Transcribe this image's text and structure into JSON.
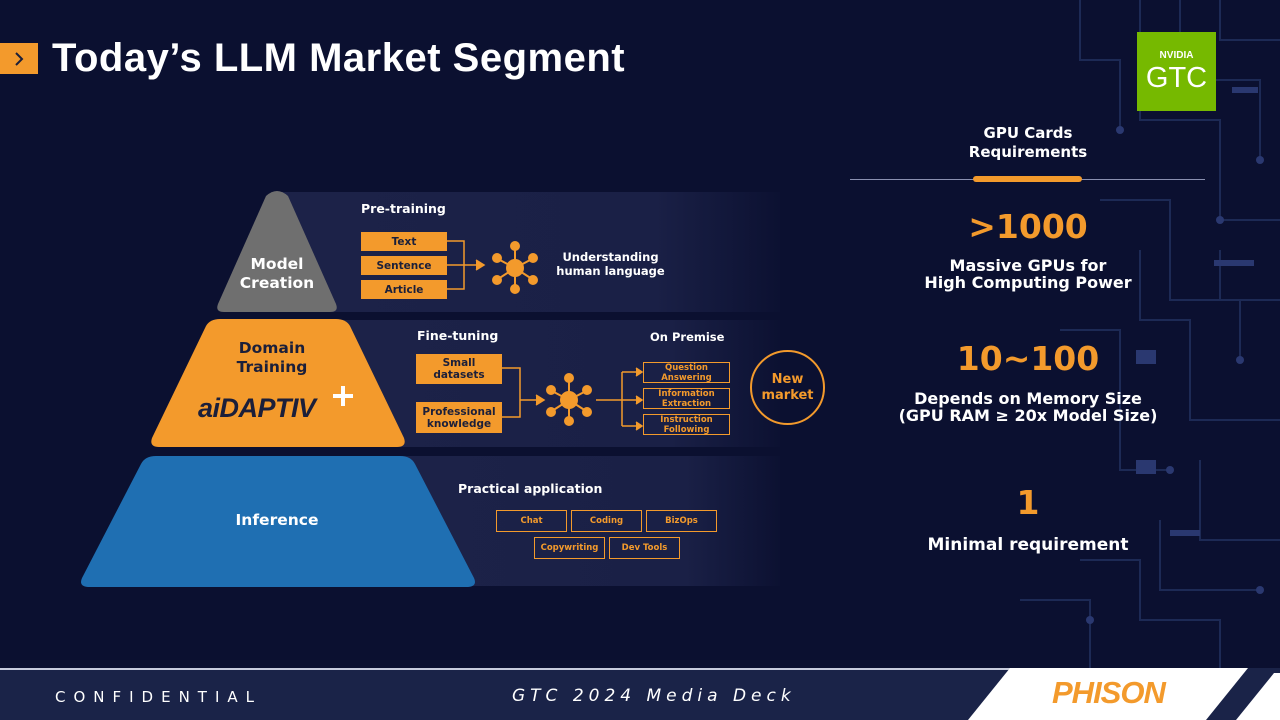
{
  "slide": {
    "title": "Today’s LLM Market Segment"
  },
  "badge": {
    "brand": "NVIDIA",
    "event": "GTC"
  },
  "pyramid": {
    "model_creation": {
      "label_line1": "Model",
      "label_line2": "Creation",
      "section_title": "Pre-training",
      "tags": [
        "Text",
        "Sentence",
        "Article"
      ],
      "result_line1": "Understanding",
      "result_line2": "human language"
    },
    "domain_training": {
      "label_line1": "Domain",
      "label_line2": "Training",
      "logo_text": "aiDAPTIV",
      "section_title": "Fine-tuning",
      "inputs": [
        {
          "line1": "Small",
          "line2": "datasets"
        },
        {
          "line1": "Professional",
          "line2": "knowledge"
        }
      ],
      "on_premise": "On Premise",
      "outputs": [
        {
          "line1": "Question",
          "line2": "Answering"
        },
        {
          "line1": "Information",
          "line2": "Extraction"
        },
        {
          "line1": "Instruction",
          "line2": "Following"
        }
      ],
      "new_market_line1": "New",
      "new_market_line2": "market"
    },
    "inference": {
      "label": "Inference",
      "section_title": "Practical application",
      "apps_row1": [
        "Chat",
        "Coding",
        "BizOps"
      ],
      "apps_row2": [
        "Copywriting",
        "Dev Tools"
      ]
    }
  },
  "gpu": {
    "header_line1": "GPU Cards",
    "header_line2": "Requirements",
    "tiers": [
      {
        "value": ">1000",
        "line1": "Massive GPUs for",
        "line2": "High Computing Power"
      },
      {
        "value": "10~100",
        "line1": "Depends on Memory Size",
        "line2": "(GPU RAM ≥ 20x Model Size)"
      },
      {
        "value": "1",
        "line1": "Minimal requirement",
        "line2": ""
      }
    ]
  },
  "footer": {
    "confidential": "CONFIDENTIAL",
    "deck_title": "GTC 2024 Media Deck",
    "brand": "PHISON"
  },
  "colors": {
    "background": "#0b1030",
    "accent": "#f39a2c",
    "gray_tier": "#6f6f6f",
    "blue_tier": "#1f6fb2",
    "nvidia_green": "#76b900"
  }
}
